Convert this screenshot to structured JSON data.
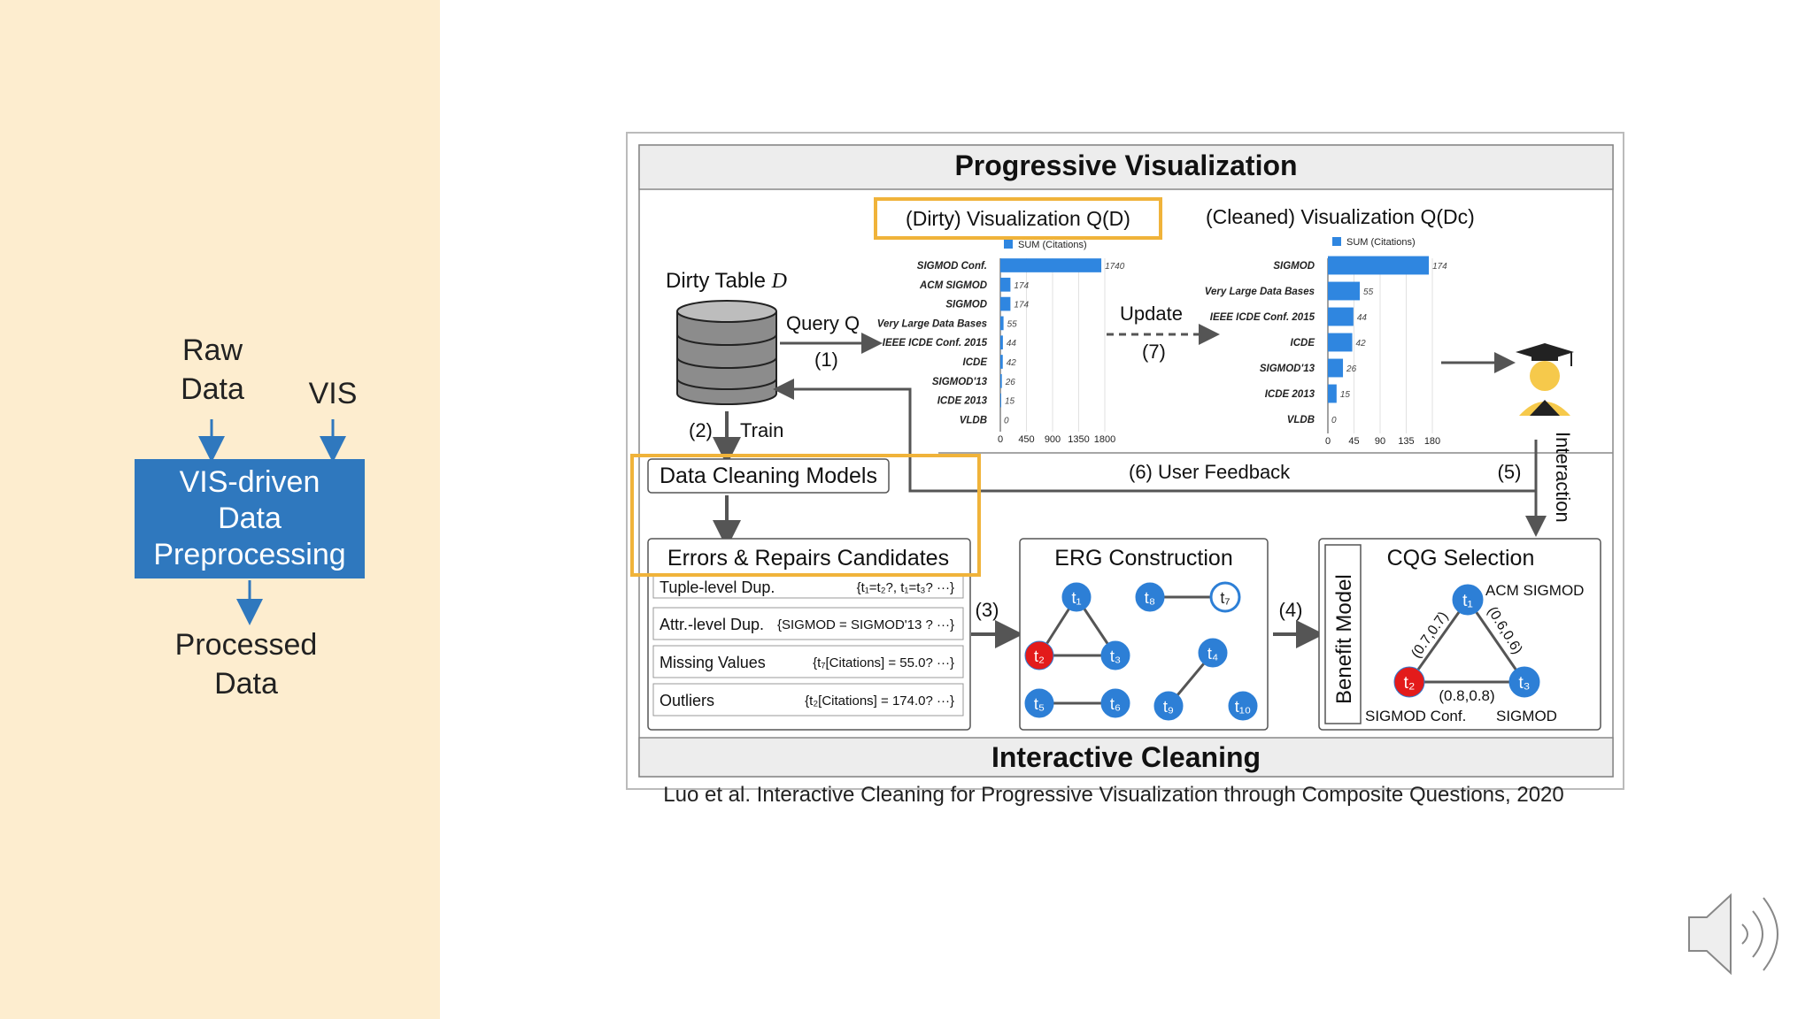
{
  "sidebar": {
    "raw_data": [
      "Raw",
      "Data"
    ],
    "vis": "VIS",
    "box_lines": [
      "VIS-driven",
      "Data",
      "Preprocessing"
    ],
    "processed": [
      "Processed",
      "Data"
    ]
  },
  "diagram": {
    "header": "Progressive Visualization",
    "footer": "Interactive  Cleaning",
    "dirty_vis_title": "(Dirty) Visualization Q(D)",
    "cleaned_vis_title": "(Cleaned) Visualization Q(Dᴄ)",
    "dirty_table": "Dirty Table ",
    "dirty_table_var": "D",
    "query": "Query Q",
    "query_num": "(1)",
    "update": "Update",
    "update_num": "(7)",
    "train_num": "(2)",
    "train": "Train",
    "models": "Data Cleaning Models",
    "errors": "Errors & Repairs Candidates",
    "user_feedback": "(6)  User Feedback",
    "feedback_num": "(5)",
    "interaction": "Interaction",
    "step3": "(3)",
    "step4": "(4)",
    "erg": "ERG Construction",
    "cqg": "CQG Selection",
    "benefit": "Benefit Model",
    "error_rows": [
      {
        "type": "Tuple-level Dup.",
        "example": "{t₁=t₂?, t₁=t₃? ···}"
      },
      {
        "type": "Attr.-level Dup.",
        "example": "{SIGMOD = SIGMOD'13 ? ···}"
      },
      {
        "type": "Missing Values",
        "example": "{t₇[Citations] = 55.0? ···}"
      },
      {
        "type": "Outliers",
        "example": "{t₂[Citations] = 174.0? ···}"
      }
    ],
    "erg_nodes": [
      "t₁",
      "t₂",
      "t₃",
      "t₅",
      "t₆",
      "t₈",
      "t₇",
      "t₄",
      "t₉",
      "t₁₀"
    ],
    "cqg_nodes": [
      "t₁",
      "t₂",
      "t₃"
    ],
    "cqg_edges": [
      "(0.7,0.7)",
      "(0.6,0.6)",
      "(0.8,0.8)"
    ],
    "cqg_labels": [
      "ACM SIGMOD",
      "SIGMOD Conf.",
      "SIGMOD"
    ],
    "caption": "Luo et al. Interactive Cleaning for Progressive Visualization through Composite Questions, 2020"
  },
  "chart_data": [
    {
      "type": "bar",
      "orientation": "horizontal",
      "legend": "SUM (Citations)",
      "categories": [
        "SIGMOD Conf.",
        "ACM SIGMOD",
        "SIGMOD",
        "Very Large Data Bases",
        "IEEE ICDE Conf. 2015",
        "ICDE",
        "SIGMOD'13",
        "ICDE 2013",
        "VLDB"
      ],
      "values": [
        1740,
        174,
        174,
        55,
        44,
        42,
        26,
        15,
        0
      ],
      "ticks": [
        "0",
        "450",
        "900",
        "1350",
        "1800"
      ],
      "xlim": [
        0,
        1800
      ]
    },
    {
      "type": "bar",
      "orientation": "horizontal",
      "legend": "SUM (Citations)",
      "categories": [
        "SIGMOD",
        "Very Large Data Bases",
        "IEEE ICDE Conf. 2015",
        "ICDE",
        "SIGMOD'13",
        "ICDE 2013",
        "VLDB"
      ],
      "values": [
        174,
        55,
        44,
        42,
        26,
        15,
        0
      ],
      "ticks": [
        "0",
        "45",
        "90",
        "135",
        "180"
      ],
      "xlim": [
        0,
        180
      ]
    }
  ],
  "colors": {
    "sidebar": "#fdedcf",
    "accent_blue": "#2f78be",
    "highlight": "#f0b33a",
    "node_blue": "#2d7fd6",
    "node_red": "#e31b1b",
    "bar": "#2f86e0"
  },
  "icons": {
    "user": "student-icon",
    "audio": "speaker-icon"
  }
}
